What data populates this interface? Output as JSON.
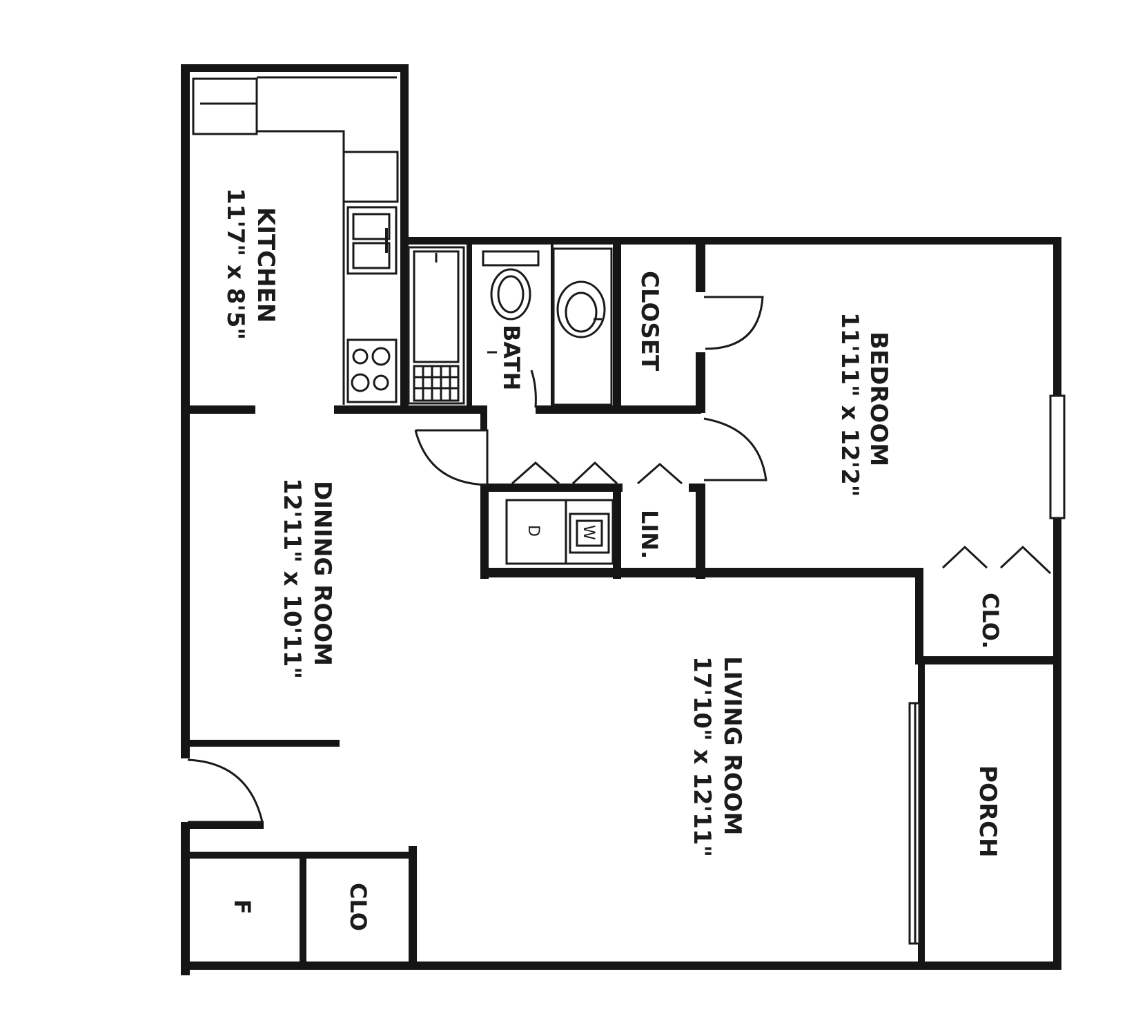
{
  "rooms": {
    "kitchen": {
      "name": "KITCHEN",
      "size": "11'7\" x 8'5\""
    },
    "bath": {
      "name": "BATH"
    },
    "closet": {
      "name": "CLOSET"
    },
    "bedroom": {
      "name": "BEDROOM",
      "size": "11'11\" x 12'2\""
    },
    "dining": {
      "name": "DINING ROOM",
      "size": "12'11\" x 10'11\""
    },
    "linen": {
      "name": "LIN."
    },
    "living": {
      "name": "LIVING ROOM",
      "size": "17'10\" x 12'11\""
    },
    "clo_right": {
      "name": "CLO."
    },
    "porch": {
      "name": "PORCH"
    },
    "clo_bottom": {
      "name": "CLO"
    },
    "furnace": {
      "name": "F"
    }
  },
  "appliances": {
    "washer": "W",
    "dryer": "D"
  }
}
